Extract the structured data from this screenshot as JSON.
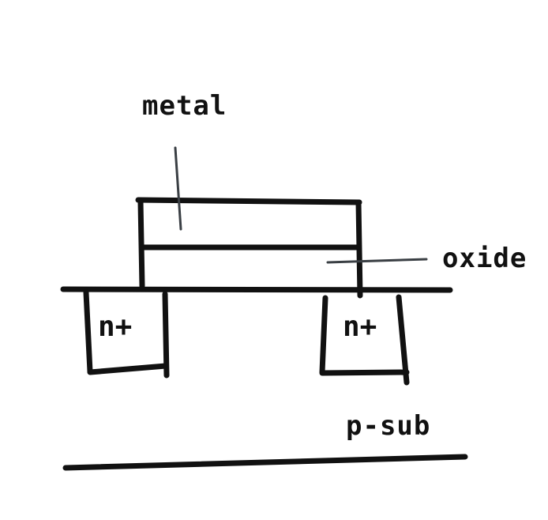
{
  "labels": {
    "metal": "metal",
    "oxide": "oxide",
    "n_plus_left": "n+",
    "n_plus_right": "n+",
    "p_sub": "p-sub"
  },
  "colors": {
    "ink": "#111111",
    "pointer": "#3a3f44",
    "background": "#ffffff"
  }
}
